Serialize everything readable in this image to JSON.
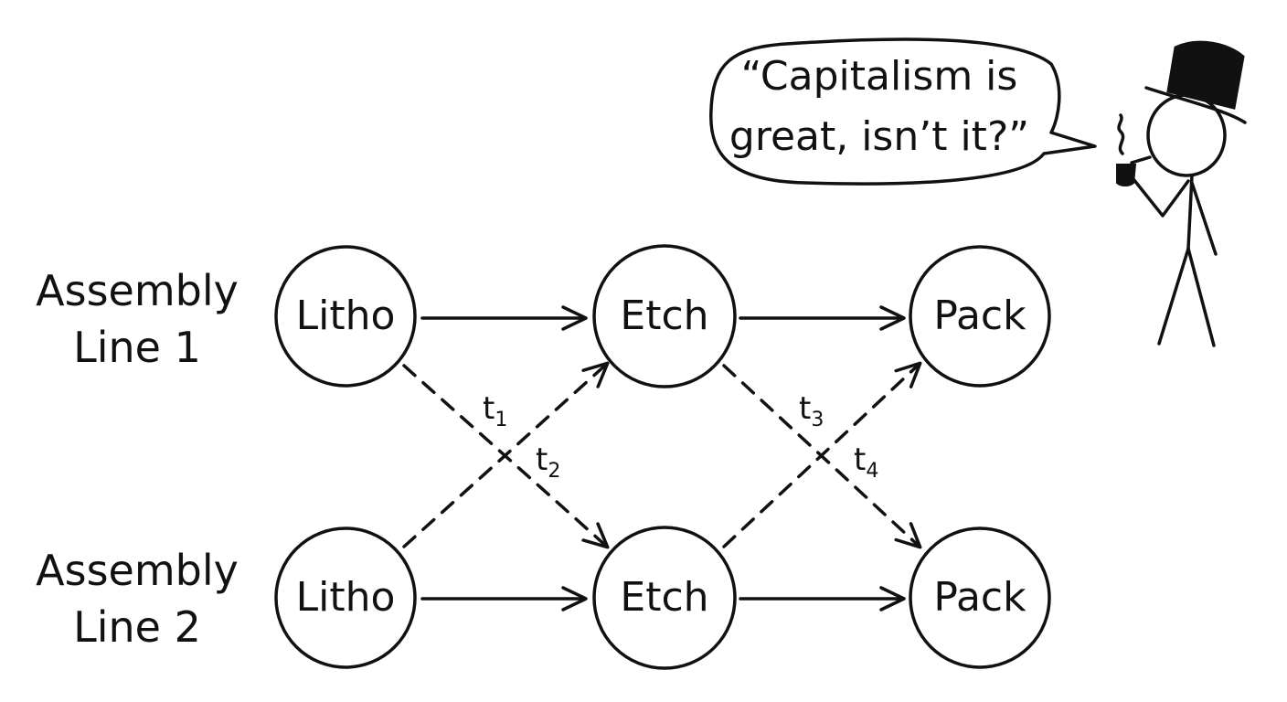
{
  "speech_bubble": {
    "lines": [
      "“Capitalism is",
      "great, isn’t it?”"
    ]
  },
  "assembly_lines": [
    {
      "label_line1": "Assembly",
      "label_line2": "Line 1"
    },
    {
      "label_line1": "Assembly",
      "label_line2": "Line 2"
    }
  ],
  "stages": [
    {
      "line1": "Litho",
      "line2": "Litho"
    },
    {
      "line1": "Etch",
      "line2": "Etch"
    },
    {
      "line1": "Pack",
      "line2": "Pack"
    }
  ],
  "transfers": [
    {
      "base": "t",
      "sub": "1"
    },
    {
      "base": "t",
      "sub": "2"
    },
    {
      "base": "t",
      "sub": "3"
    },
    {
      "base": "t",
      "sub": "4"
    }
  ],
  "colors": {
    "ink": "#111111",
    "background": "#ffffff"
  }
}
